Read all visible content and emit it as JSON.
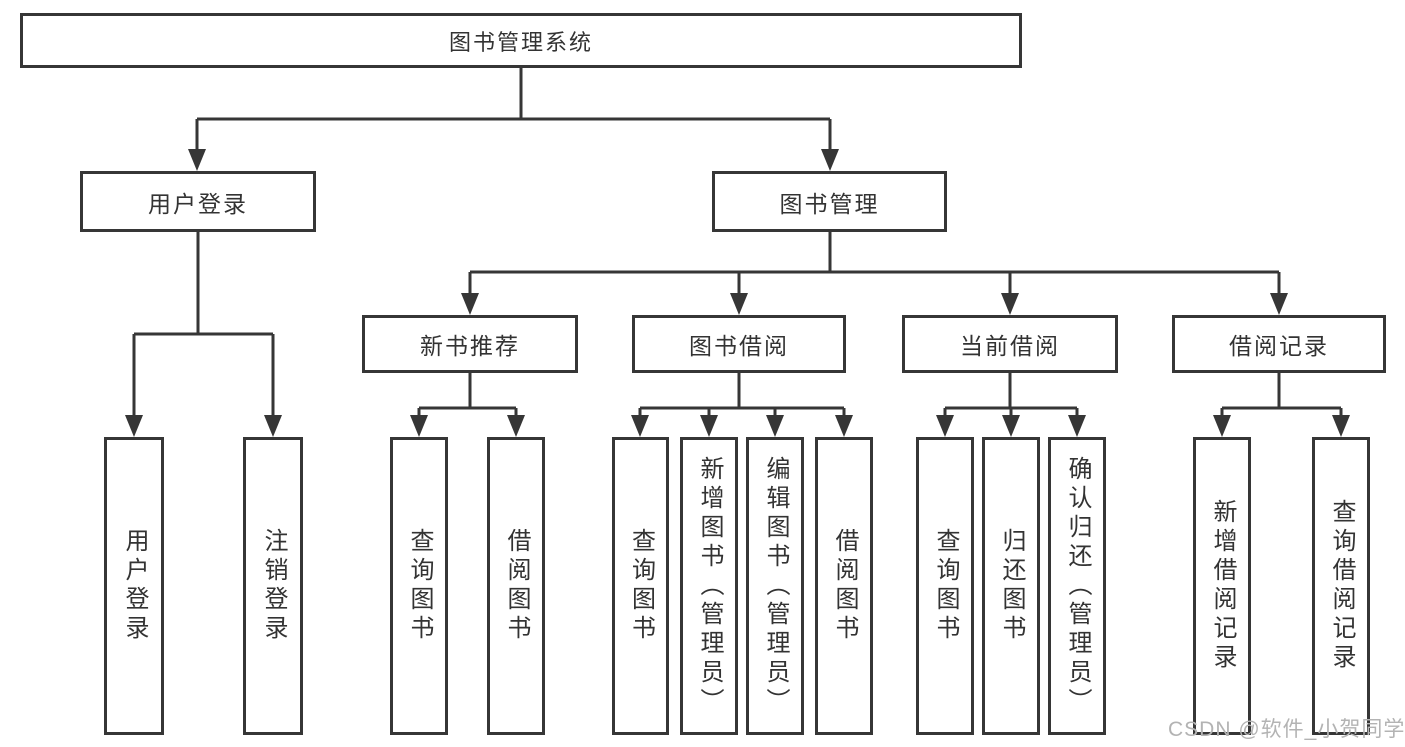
{
  "diagram": {
    "tree": {
      "label": "图书管理系统",
      "children": [
        {
          "label": "用户登录",
          "children": [
            {
              "label": "用户登录"
            },
            {
              "label": "注销登录"
            }
          ]
        },
        {
          "label": "图书管理",
          "children": [
            {
              "label": "新书推荐",
              "children": [
                {
                  "label": "查询图书"
                },
                {
                  "label": "借阅图书"
                }
              ]
            },
            {
              "label": "图书借阅",
              "children": [
                {
                  "label": "查询图书"
                },
                {
                  "label": "新增图书（管理员）"
                },
                {
                  "label": "编辑图书（管理员）"
                },
                {
                  "label": "借阅图书"
                }
              ]
            },
            {
              "label": "当前借阅",
              "children": [
                {
                  "label": "查询图书"
                },
                {
                  "label": "归还图书"
                },
                {
                  "label": "确认归还（管理员）"
                }
              ]
            },
            {
              "label": "借阅记录",
              "children": [
                {
                  "label": "新增借阅记录"
                },
                {
                  "label": "查询借阅记录"
                }
              ]
            }
          ]
        }
      ]
    }
  },
  "watermark": "CSDN @软件_小贺同学",
  "colors": {
    "line": "#363636",
    "text": "#333333",
    "background": "#ffffff",
    "watermark": "#b3b3b3"
  }
}
